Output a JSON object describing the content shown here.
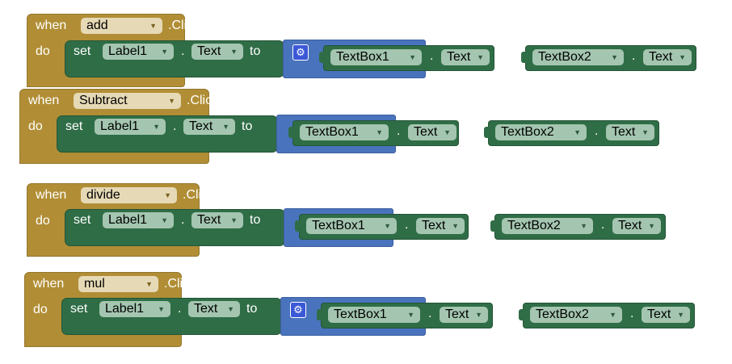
{
  "keywords": {
    "when": "when",
    "do": "do",
    "set": "set",
    "to": "to",
    "click": ".Click",
    "dot": "."
  },
  "events": [
    {
      "component": "add",
      "operator": "+",
      "has_gear": true
    },
    {
      "component": "Subtract",
      "operator": "-",
      "has_gear": false
    },
    {
      "component": "divide",
      "operator": "/",
      "has_gear": false
    },
    {
      "component": "mul",
      "operator": "×",
      "has_gear": true
    }
  ],
  "target": {
    "component": "Label1",
    "property": "Text"
  },
  "operands": {
    "left": {
      "component": "TextBox1",
      "property": "Text"
    },
    "right": {
      "component": "TextBox2",
      "property": "Text"
    }
  },
  "icons": {
    "dropdown": "▼",
    "gear": "⚙"
  },
  "colors": {
    "event_block": "#b18e35",
    "set_block": "#2f6d46",
    "math_block": "#4a73bd",
    "mutator_gear": "#3b58d6",
    "dropdown_event": "#e6d9b6",
    "dropdown_component": "#a4c6b0"
  }
}
